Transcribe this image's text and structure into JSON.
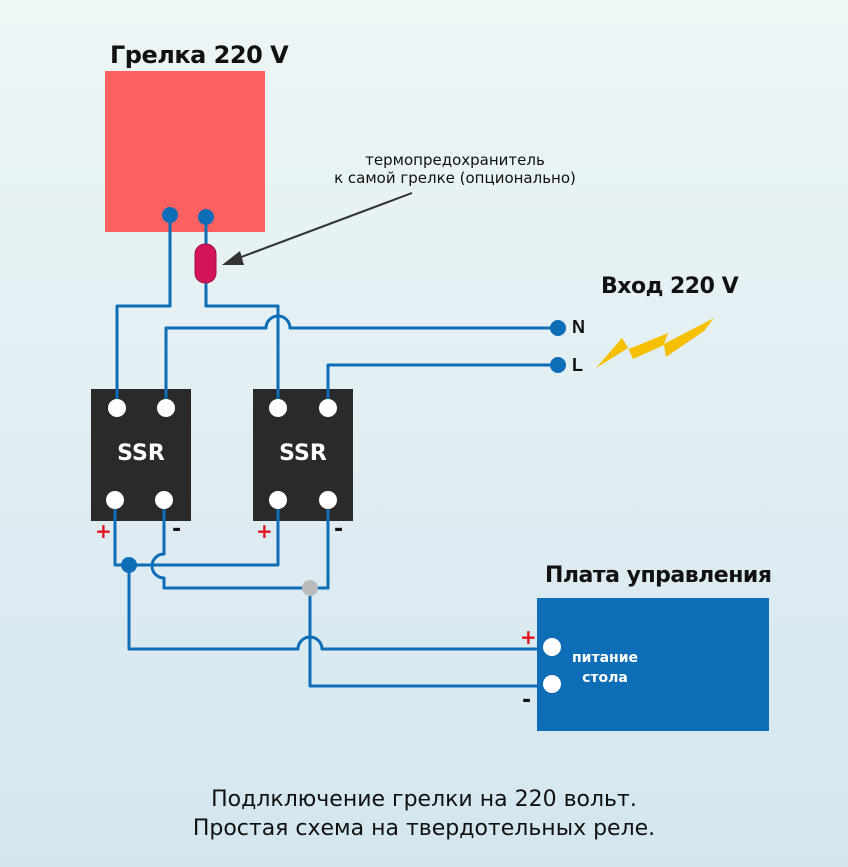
{
  "heater": {
    "title": "Грелка 220 V",
    "color": "#ff6161"
  },
  "fuse": {
    "note_line1": "термопредохранитель",
    "note_line2": "к самой грелке (опционально)",
    "color": "#d4145a"
  },
  "input": {
    "title": "Вход 220 V",
    "n_label": "N",
    "l_label": "L",
    "lightning_color": "#f6c000"
  },
  "relays": [
    {
      "label": "SSR"
    },
    {
      "label": "SSR"
    }
  ],
  "signs": {
    "plus": "+",
    "minus": "-"
  },
  "board": {
    "title": "Плата управления",
    "text_line1": "питание",
    "text_line2": "стола",
    "color": "#0e6db7"
  },
  "caption": {
    "line1": "Подлключение  грелки на 220 вольт.",
    "line2": "Простая схема на твердотельных реле."
  },
  "colors": {
    "wire": "#0e6db7",
    "relay_body": "#2a2a2a",
    "junction_gray": "#bbbbbb"
  }
}
